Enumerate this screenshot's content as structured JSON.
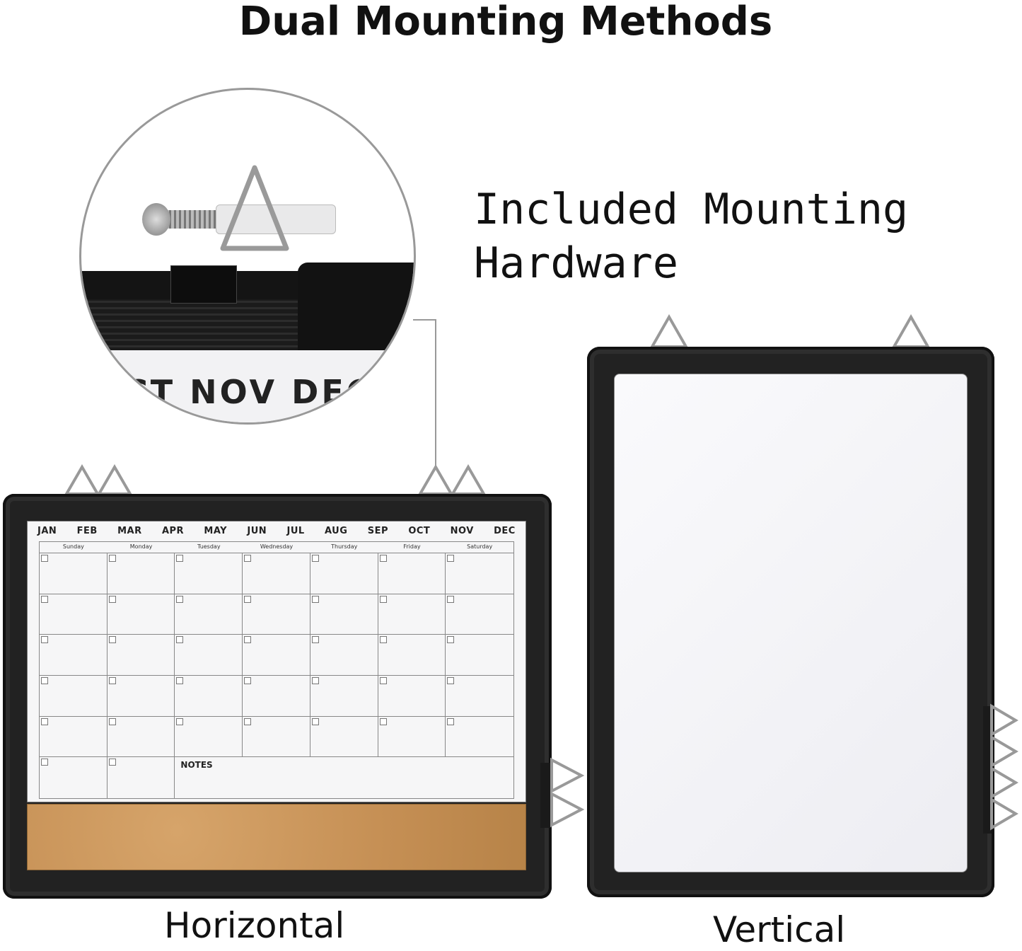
{
  "title": "Dual Mounting Methods",
  "mounting_label_line1": "Included Mounting",
  "mounting_label_line2": "Hardware",
  "zoom_months": "CT NOV DEC",
  "months": [
    "JAN",
    "FEB",
    "MAR",
    "APR",
    "MAY",
    "JUN",
    "JUL",
    "AUG",
    "SEP",
    "OCT",
    "NOV",
    "DEC"
  ],
  "days": [
    "Sunday",
    "Monday",
    "Tuesday",
    "Wednesday",
    "Thursday",
    "Friday",
    "Saturday"
  ],
  "notes_label": "NOTES",
  "horizontal_label": "Horizontal",
  "vertical_label": "Vertical",
  "colors": {
    "frame": "#222222",
    "cork": "#c58f54",
    "board": "#f2f2f6"
  }
}
